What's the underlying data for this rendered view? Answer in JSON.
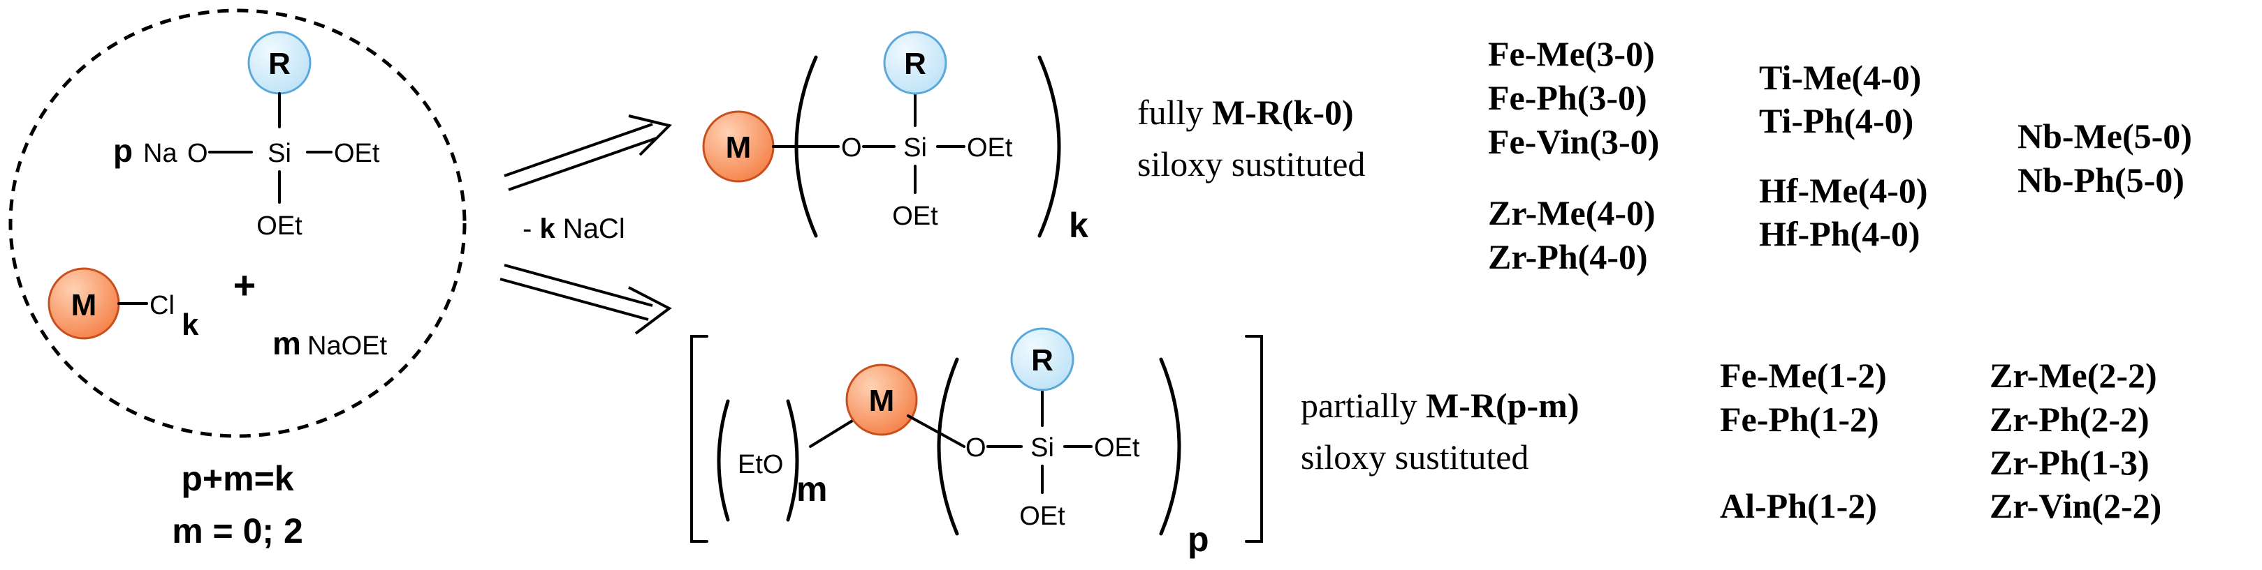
{
  "colors": {
    "metal_fill": "#F5824A",
    "metal_stroke": "#C8501E",
    "r_fill": "#BFE3F7",
    "r_stroke": "#5AA9DA",
    "ink": "#000000"
  },
  "reactants": {
    "p": "p",
    "na": "Na",
    "o": "O",
    "si": "Si",
    "oet": "OEt",
    "r": "R",
    "m_metal": "M",
    "cl": "Cl",
    "k": "k",
    "plus": "+",
    "m_coef": "m",
    "naoet": "NaOEt"
  },
  "conditions": {
    "text": "- ",
    "k": "k",
    "nacl": " NaCl"
  },
  "equations": {
    "sum": "p+m=k",
    "m_values": "m = 0; 2"
  },
  "full": {
    "m": "M",
    "o": "O",
    "si": "Si",
    "oet": "OEt",
    "r": "R",
    "k": "k",
    "line1_prefix": "fully ",
    "line1_bold": "M-R(k-0)",
    "line2": "siloxy sustituted",
    "compounds": [
      "Fe-Me(3-0)",
      "Fe-Ph(3-0)",
      "Fe-Vin(3-0)",
      "Ti-Me(4-0)",
      "Ti-Ph(4-0)",
      "Nb-Me(5-0)",
      "Nb-Ph(5-0)",
      "Zr-Me(4-0)",
      "Zr-Ph(4-0)",
      "Hf-Me(4-0)",
      "Hf-Ph(4-0)"
    ]
  },
  "partial": {
    "eto": "EtO",
    "m": "m",
    "metal": "M",
    "o": "O",
    "si": "Si",
    "oet": "OEt",
    "r": "R",
    "p": "p",
    "line1_prefix": "partially ",
    "line1_bold": "M-R(p-m)",
    "line2": "siloxy sustituted",
    "compounds": [
      "Fe-Me(1-2)",
      "Fe-Ph(1-2)",
      "Al-Ph(1-2)",
      "Zr-Me(2-2)",
      "Zr-Ph(2-2)",
      "Zr-Ph(1-3)",
      "Zr-Vin(2-2)"
    ]
  }
}
